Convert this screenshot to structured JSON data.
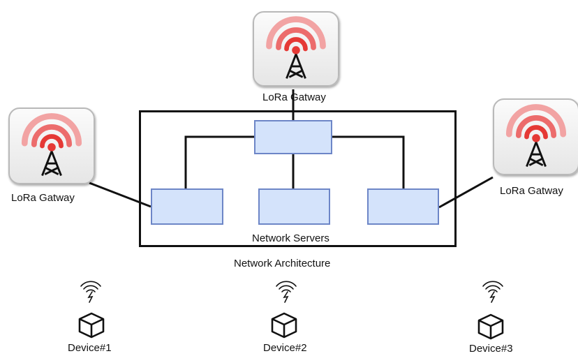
{
  "gateways": {
    "top_label": "LoRa Gatway",
    "left_label": "LoRa Gatway",
    "right_label": "LoRa Gatway",
    "icon": "radio-tower-icon",
    "signal_color": "#e53935",
    "tower_color": "#111111"
  },
  "network": {
    "servers_label": "Network Servers",
    "architecture_label": "Network Architecture",
    "server_fill": "#d4e3fb",
    "server_border": "#6d86c7"
  },
  "devices": [
    {
      "label": "Device#1",
      "icon": "cube-icon",
      "signal_icon": "wireless-signal-icon"
    },
    {
      "label": "Device#2",
      "icon": "cube-icon",
      "signal_icon": "wireless-signal-icon"
    },
    {
      "label": "Device#3",
      "icon": "cube-icon",
      "signal_icon": "wireless-signal-icon"
    }
  ]
}
